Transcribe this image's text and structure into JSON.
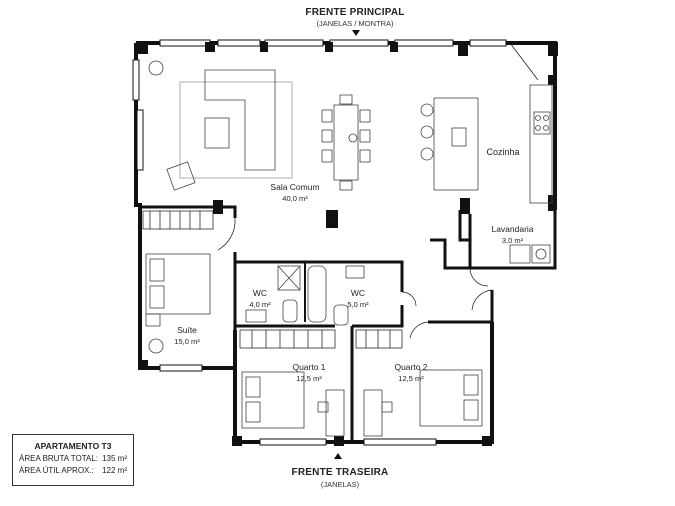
{
  "front": {
    "title": "FRENTE PRINCIPAL",
    "subtitle": "(JANELAS / MONTRA)"
  },
  "back": {
    "title": "FRENTE TRASEIRA",
    "subtitle": "(JANELAS)"
  },
  "rooms": {
    "sala": {
      "name": "Sala Comum",
      "area": "40,0 m²"
    },
    "cozinha": {
      "name": "Cozinha"
    },
    "lavandaria": {
      "name": "Lavandaria",
      "area": "3,0 m²"
    },
    "suite": {
      "name": "Suíte",
      "area": "15,0 m²"
    },
    "wc1": {
      "name": "WC",
      "area": "4,0 m²"
    },
    "wc2": {
      "name": "WC",
      "area": "5,0 m²"
    },
    "quarto1": {
      "name": "Quarto 1",
      "area": "12,5 m²"
    },
    "quarto2": {
      "name": "Quarto 2",
      "area": "12,5 m²"
    }
  },
  "info": {
    "title": "APARTAMENTO T3",
    "gross_label": "ÁREA BRUTA TOTAL:",
    "gross_value": "135 m²",
    "useful_label": "ÁREA ÚTIL APROX.:",
    "useful_value": "122 m²"
  }
}
